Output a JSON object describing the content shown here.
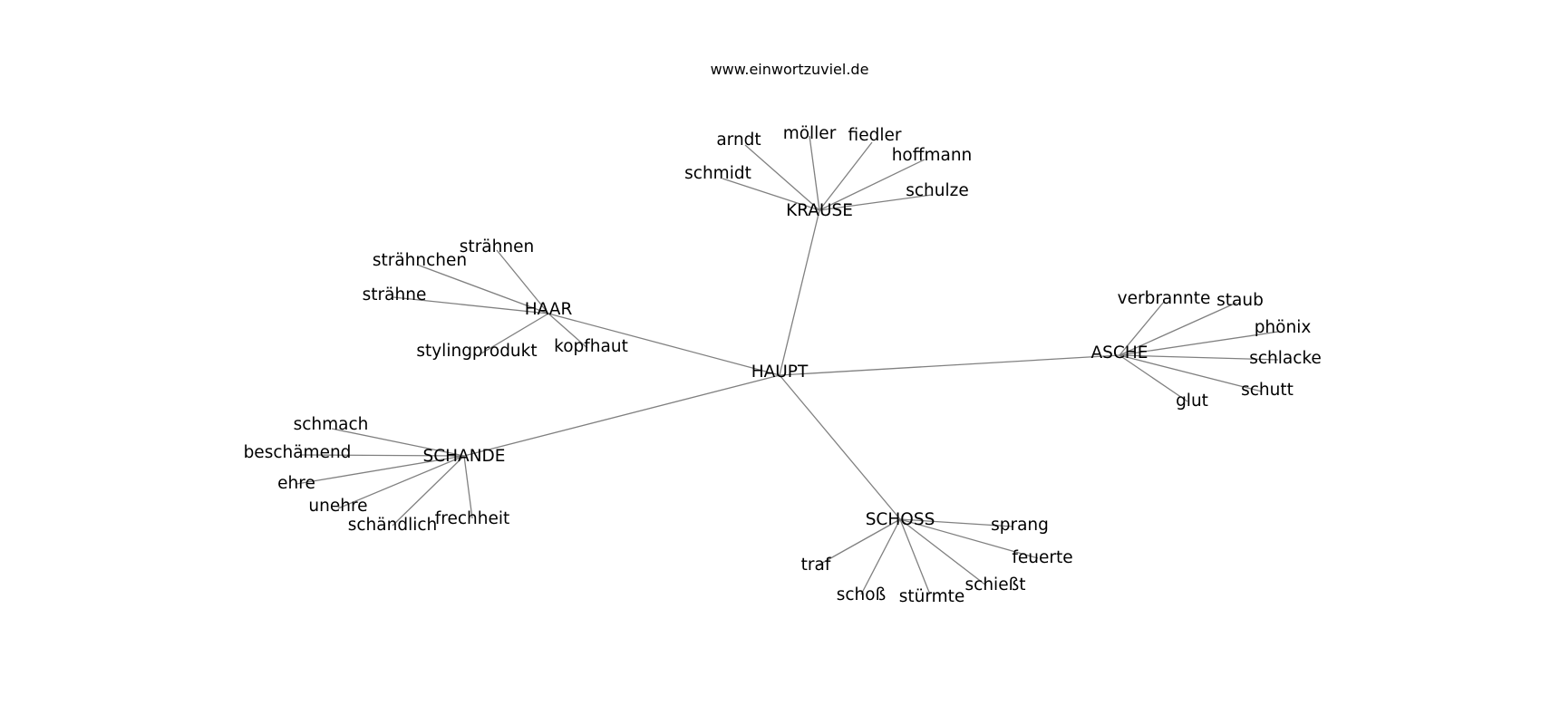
{
  "source": "www.einwortzuviel.de",
  "colors": {
    "background": "#ffffff",
    "edge": "#808080",
    "text": "#000000"
  },
  "graph": {
    "center": "HAUPT",
    "nodes": [
      "HAUPT",
      "KRAUSE",
      "HAAR",
      "ASCHE",
      "SCHANDE",
      "SCHOSS",
      "arndt",
      "möller",
      "fiedler",
      "hoffmann",
      "schmidt",
      "schulze",
      "strähnen",
      "strähnchen",
      "strähne",
      "stylingprodukt",
      "kopfhaut",
      "verbrannte",
      "staub",
      "phönix",
      "schlacke",
      "schutt",
      "glut",
      "schmach",
      "beschämend",
      "ehre",
      "unehre",
      "schändlich",
      "frechheit",
      "sprang",
      "feuerte",
      "schießt",
      "stürmte",
      "schoß",
      "traf"
    ],
    "edges": [
      [
        "HAUPT",
        "KRAUSE"
      ],
      [
        "HAUPT",
        "HAAR"
      ],
      [
        "HAUPT",
        "ASCHE"
      ],
      [
        "HAUPT",
        "SCHANDE"
      ],
      [
        "HAUPT",
        "SCHOSS"
      ],
      [
        "KRAUSE",
        "arndt"
      ],
      [
        "KRAUSE",
        "möller"
      ],
      [
        "KRAUSE",
        "fiedler"
      ],
      [
        "KRAUSE",
        "hoffmann"
      ],
      [
        "KRAUSE",
        "schmidt"
      ],
      [
        "KRAUSE",
        "schulze"
      ],
      [
        "HAAR",
        "strähnen"
      ],
      [
        "HAAR",
        "strähnchen"
      ],
      [
        "HAAR",
        "strähne"
      ],
      [
        "HAAR",
        "stylingprodukt"
      ],
      [
        "HAAR",
        "kopfhaut"
      ],
      [
        "ASCHE",
        "verbrannte"
      ],
      [
        "ASCHE",
        "staub"
      ],
      [
        "ASCHE",
        "phönix"
      ],
      [
        "ASCHE",
        "schlacke"
      ],
      [
        "ASCHE",
        "schutt"
      ],
      [
        "ASCHE",
        "glut"
      ],
      [
        "SCHANDE",
        "schmach"
      ],
      [
        "SCHANDE",
        "beschämend"
      ],
      [
        "SCHANDE",
        "ehre"
      ],
      [
        "SCHANDE",
        "unehre"
      ],
      [
        "SCHANDE",
        "schändlich"
      ],
      [
        "SCHANDE",
        "frechheit"
      ],
      [
        "SCHOSS",
        "sprang"
      ],
      [
        "SCHOSS",
        "feuerte"
      ],
      [
        "SCHOSS",
        "schießt"
      ],
      [
        "SCHOSS",
        "stürmte"
      ],
      [
        "SCHOSS",
        "schoß"
      ],
      [
        "SCHOSS",
        "traf"
      ]
    ]
  }
}
